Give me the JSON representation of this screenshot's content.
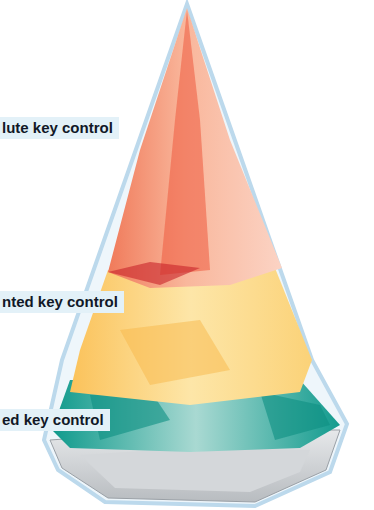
{
  "diagram": {
    "labels": [
      "lute key control",
      "nted key control",
      "ed key control"
    ]
  }
}
